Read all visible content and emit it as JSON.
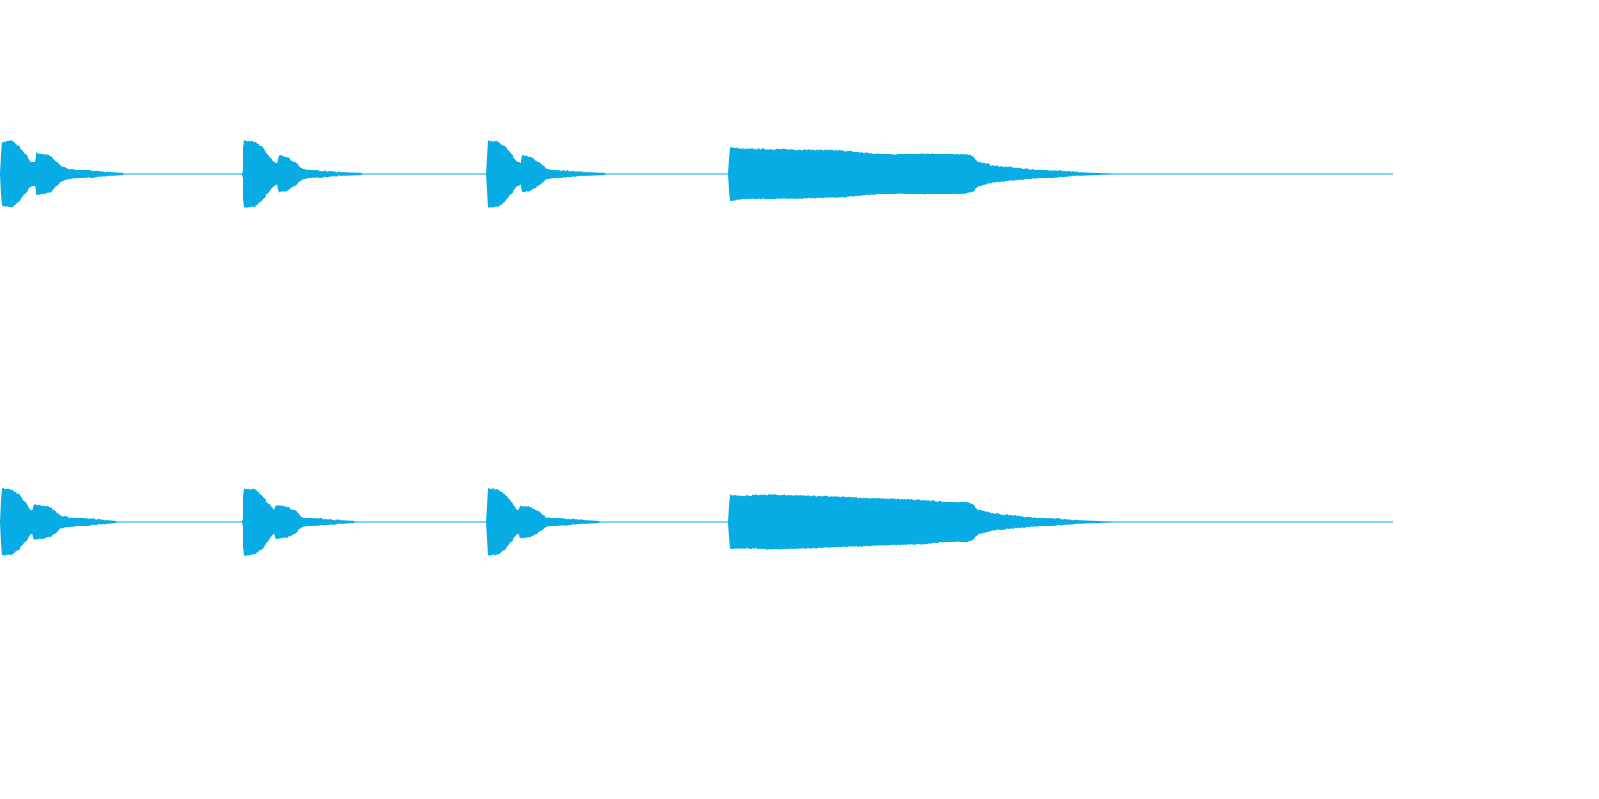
{
  "waveform": {
    "color": "#06ace3",
    "background": "#ffffff",
    "total_duration": 1.0,
    "channels": [
      {
        "bursts": [
          {
            "start": 0.0,
            "envelope": [
              [
                0,
                0.0
              ],
              [
                0.001,
                0.94
              ],
              [
                0.009,
                0.99
              ],
              [
                0.014,
                0.8
              ],
              [
                0.022,
                0.38
              ],
              [
                0.025,
                0.35
              ],
              [
                0.026,
                0.64
              ],
              [
                0.032,
                0.58
              ],
              [
                0.037,
                0.52
              ],
              [
                0.043,
                0.25
              ],
              [
                0.048,
                0.17
              ],
              [
                0.055,
                0.13
              ],
              [
                0.065,
                0.1
              ],
              [
                0.075,
                0.06
              ],
              [
                0.088,
                0.03
              ],
              [
                0.09,
                0.0
              ]
            ]
          },
          {
            "start": 0.174,
            "envelope": [
              [
                0,
                0.0
              ],
              [
                0.001,
                0.99
              ],
              [
                0.009,
                0.96
              ],
              [
                0.014,
                0.8
              ],
              [
                0.022,
                0.38
              ],
              [
                0.025,
                0.3
              ],
              [
                0.026,
                0.54
              ],
              [
                0.032,
                0.5
              ],
              [
                0.037,
                0.37
              ],
              [
                0.043,
                0.17
              ],
              [
                0.05,
                0.11
              ],
              [
                0.06,
                0.08
              ],
              [
                0.07,
                0.05
              ],
              [
                0.085,
                0.03
              ],
              [
                0.086,
                0.0
              ]
            ]
          },
          {
            "start": 0.349,
            "envelope": [
              [
                0,
                0.0
              ],
              [
                0.001,
                0.99
              ],
              [
                0.009,
                0.96
              ],
              [
                0.014,
                0.8
              ],
              [
                0.022,
                0.38
              ],
              [
                0.025,
                0.3
              ],
              [
                0.026,
                0.54
              ],
              [
                0.032,
                0.5
              ],
              [
                0.037,
                0.37
              ],
              [
                0.043,
                0.17
              ],
              [
                0.05,
                0.11
              ],
              [
                0.06,
                0.08
              ],
              [
                0.07,
                0.05
              ],
              [
                0.085,
                0.03
              ],
              [
                0.086,
                0.0
              ]
            ]
          },
          {
            "start": 0.523,
            "envelope": [
              [
                0,
                0.0
              ],
              [
                0.001,
                0.79
              ],
              [
                0.01,
                0.74
              ],
              [
                0.04,
                0.73
              ],
              [
                0.08,
                0.7
              ],
              [
                0.1,
                0.63
              ],
              [
                0.12,
                0.57
              ],
              [
                0.14,
                0.61
              ],
              [
                0.17,
                0.57
              ],
              [
                0.175,
                0.53
              ],
              [
                0.18,
                0.35
              ],
              [
                0.19,
                0.25
              ],
              [
                0.22,
                0.14
              ],
              [
                0.25,
                0.05
              ],
              [
                0.27,
                0.02
              ],
              [
                0.29,
                0.0
              ]
            ]
          }
        ]
      },
      {
        "bursts": [
          {
            "start": 0.0,
            "envelope": [
              [
                0,
                0.0
              ],
              [
                0.001,
                0.99
              ],
              [
                0.009,
                0.96
              ],
              [
                0.014,
                0.8
              ],
              [
                0.022,
                0.38
              ],
              [
                0.023,
                0.33
              ],
              [
                0.024,
                0.52
              ],
              [
                0.032,
                0.48
              ],
              [
                0.037,
                0.43
              ],
              [
                0.043,
                0.2
              ],
              [
                0.05,
                0.15
              ],
              [
                0.06,
                0.11
              ],
              [
                0.07,
                0.07
              ],
              [
                0.083,
                0.03
              ],
              [
                0.085,
                0.0
              ]
            ]
          },
          {
            "start": 0.174,
            "envelope": [
              [
                0,
                0.0
              ],
              [
                0.001,
                0.99
              ],
              [
                0.009,
                0.96
              ],
              [
                0.014,
                0.8
              ],
              [
                0.022,
                0.38
              ],
              [
                0.023,
                0.33
              ],
              [
                0.024,
                0.5
              ],
              [
                0.032,
                0.46
              ],
              [
                0.037,
                0.37
              ],
              [
                0.043,
                0.15
              ],
              [
                0.05,
                0.11
              ],
              [
                0.06,
                0.08
              ],
              [
                0.07,
                0.05
              ],
              [
                0.08,
                0.03
              ],
              [
                0.082,
                0.0
              ]
            ]
          },
          {
            "start": 0.349,
            "envelope": [
              [
                0,
                0.0
              ],
              [
                0.001,
                0.99
              ],
              [
                0.009,
                0.96
              ],
              [
                0.014,
                0.8
              ],
              [
                0.022,
                0.38
              ],
              [
                0.023,
                0.33
              ],
              [
                0.024,
                0.48
              ],
              [
                0.032,
                0.45
              ],
              [
                0.037,
                0.33
              ],
              [
                0.043,
                0.15
              ],
              [
                0.05,
                0.11
              ],
              [
                0.06,
                0.08
              ],
              [
                0.07,
                0.05
              ],
              [
                0.08,
                0.03
              ],
              [
                0.082,
                0.0
              ]
            ]
          },
          {
            "start": 0.523,
            "envelope": [
              [
                0,
                0.0
              ],
              [
                0.001,
                0.79
              ],
              [
                0.01,
                0.77
              ],
              [
                0.03,
                0.8
              ],
              [
                0.06,
                0.77
              ],
              [
                0.1,
                0.71
              ],
              [
                0.14,
                0.66
              ],
              [
                0.165,
                0.57
              ],
              [
                0.17,
                0.6
              ],
              [
                0.175,
                0.53
              ],
              [
                0.18,
                0.35
              ],
              [
                0.19,
                0.25
              ],
              [
                0.22,
                0.14
              ],
              [
                0.25,
                0.05
              ],
              [
                0.27,
                0.02
              ],
              [
                0.29,
                0.0
              ]
            ]
          }
        ]
      }
    ]
  }
}
